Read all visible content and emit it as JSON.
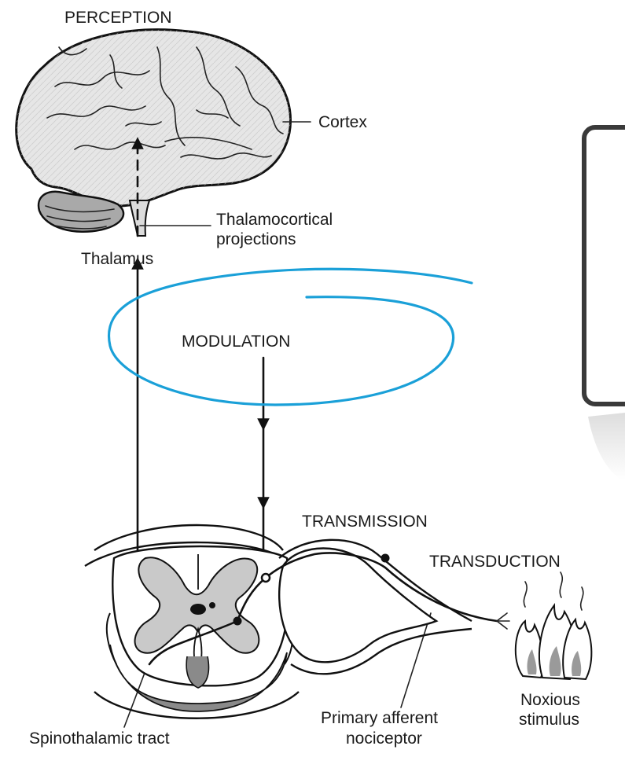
{
  "labels": {
    "perception": "PERCEPTION",
    "cortex": "Cortex",
    "thalamocortical_line1": "Thalamocortical",
    "thalamocortical_line2": "projections",
    "thalamus": "Thalamus",
    "modulation": "MODULATION",
    "transmission": "TRANSMISSION",
    "transduction": "TRANSDUCTION",
    "noxious_line1": "Noxious",
    "noxious_line2": "stimulus",
    "primary_afferent_line1": "Primary afferent",
    "primary_afferent_line2": "nociceptor",
    "spinothalamic": "Spinothalamic tract"
  },
  "colors": {
    "annotation_ink": "#1aa0d8",
    "gray_matter": "#c9c9c9",
    "dark_band": "#8a8a8a",
    "brain_fill": "#e6e6e6",
    "cerebellum_fill": "#a9a9a9",
    "flame_tip": "#9a9a9a"
  }
}
